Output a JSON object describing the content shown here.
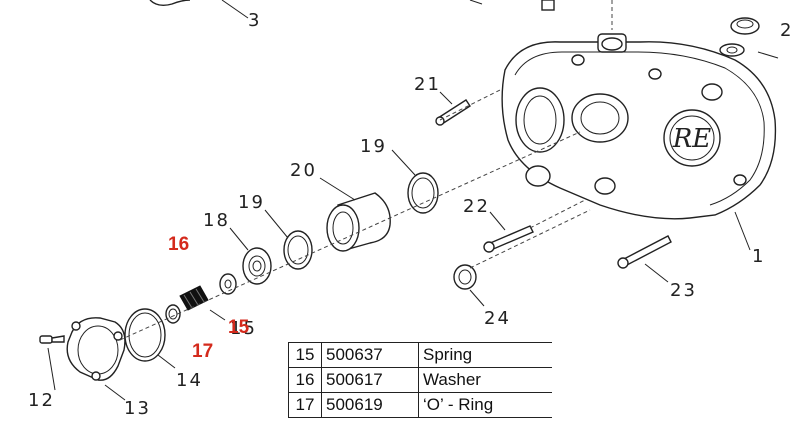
{
  "callouts": {
    "n1": "1",
    "n2": "2",
    "n3": "3",
    "n12": "12",
    "n13": "13",
    "n14": "14",
    "n15_grey": "15",
    "n18": "18",
    "n19_upper": "19",
    "n19_lower": "19",
    "n20": "20",
    "n21": "21",
    "n22": "22",
    "n23": "23",
    "n24": "24"
  },
  "highlighted_callouts": {
    "n15": "15",
    "n16": "16",
    "n17": "17",
    "color": "#d42a1c"
  },
  "emblem_text": "RE",
  "parts_table": {
    "rows": [
      {
        "item": "15",
        "part_no": "500637",
        "description": "Spring"
      },
      {
        "item": "16",
        "part_no": "500617",
        "description": "Washer"
      },
      {
        "item": "17",
        "part_no": "500619",
        "description": "‘O’ - Ring"
      }
    ]
  }
}
